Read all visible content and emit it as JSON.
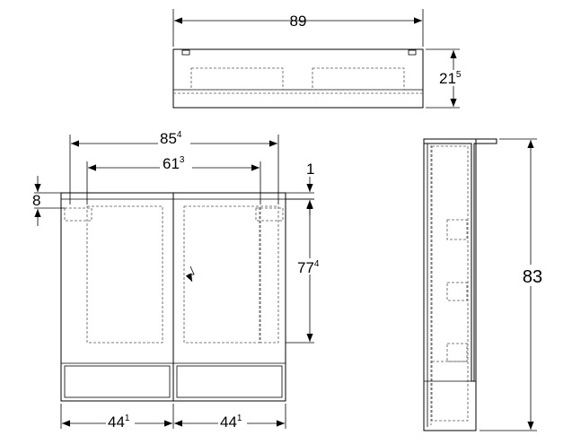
{
  "dimensions": {
    "top_width": {
      "main": "89",
      "sup": ""
    },
    "top_depth": {
      "main": "21",
      "sup": "5"
    },
    "outer_width": {
      "main": "85",
      "sup": "4"
    },
    "inner_width": {
      "main": "61",
      "sup": "3"
    },
    "top_offset": {
      "main": "1",
      "sup": ""
    },
    "left_offset": {
      "main": "8",
      "sup": ""
    },
    "door_height": {
      "main": "77",
      "sup": "4"
    },
    "total_height": {
      "main": "83",
      "sup": ""
    },
    "left_half": {
      "main": "44",
      "sup": "1"
    },
    "right_half": {
      "main": "44",
      "sup": "1"
    }
  },
  "symbols": {
    "electrical": "electric-bolt-icon"
  }
}
